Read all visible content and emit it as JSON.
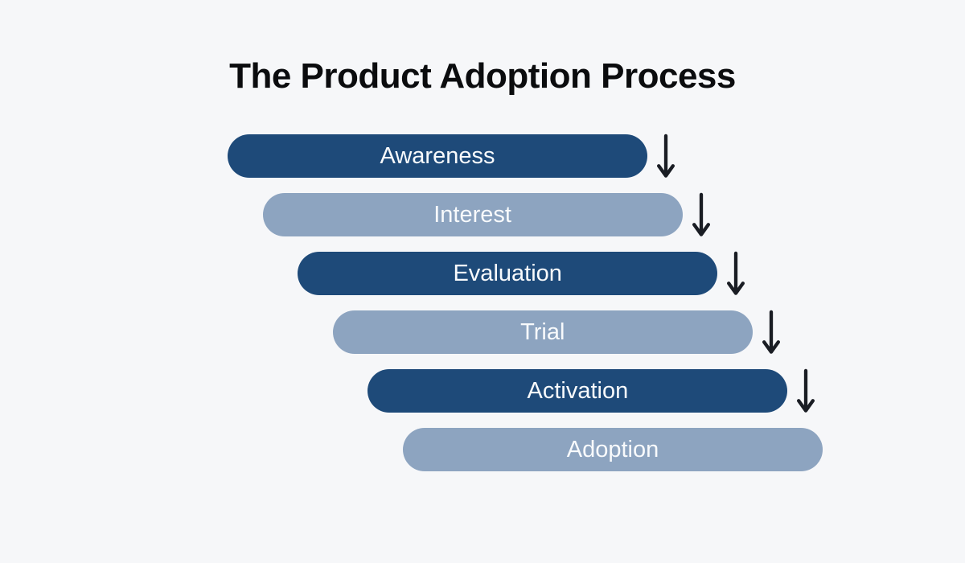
{
  "title": "The Product Adoption Process",
  "colors": {
    "background": "#f6f7f9",
    "dark_blue": "#1e4a79",
    "light_blue": "#8da4c0",
    "arrow": "#1a1d24",
    "title_text": "#0b0c0e",
    "bar_text": "#f8fafc"
  },
  "stages": [
    {
      "label": "Awareness",
      "tone": "dark",
      "has_arrow": true
    },
    {
      "label": "Interest",
      "tone": "light",
      "has_arrow": true
    },
    {
      "label": "Evaluation",
      "tone": "dark",
      "has_arrow": true
    },
    {
      "label": "Trial",
      "tone": "light",
      "has_arrow": true
    },
    {
      "label": "Activation",
      "tone": "dark",
      "has_arrow": true
    },
    {
      "label": "Adoption",
      "tone": "light",
      "has_arrow": false
    }
  ]
}
